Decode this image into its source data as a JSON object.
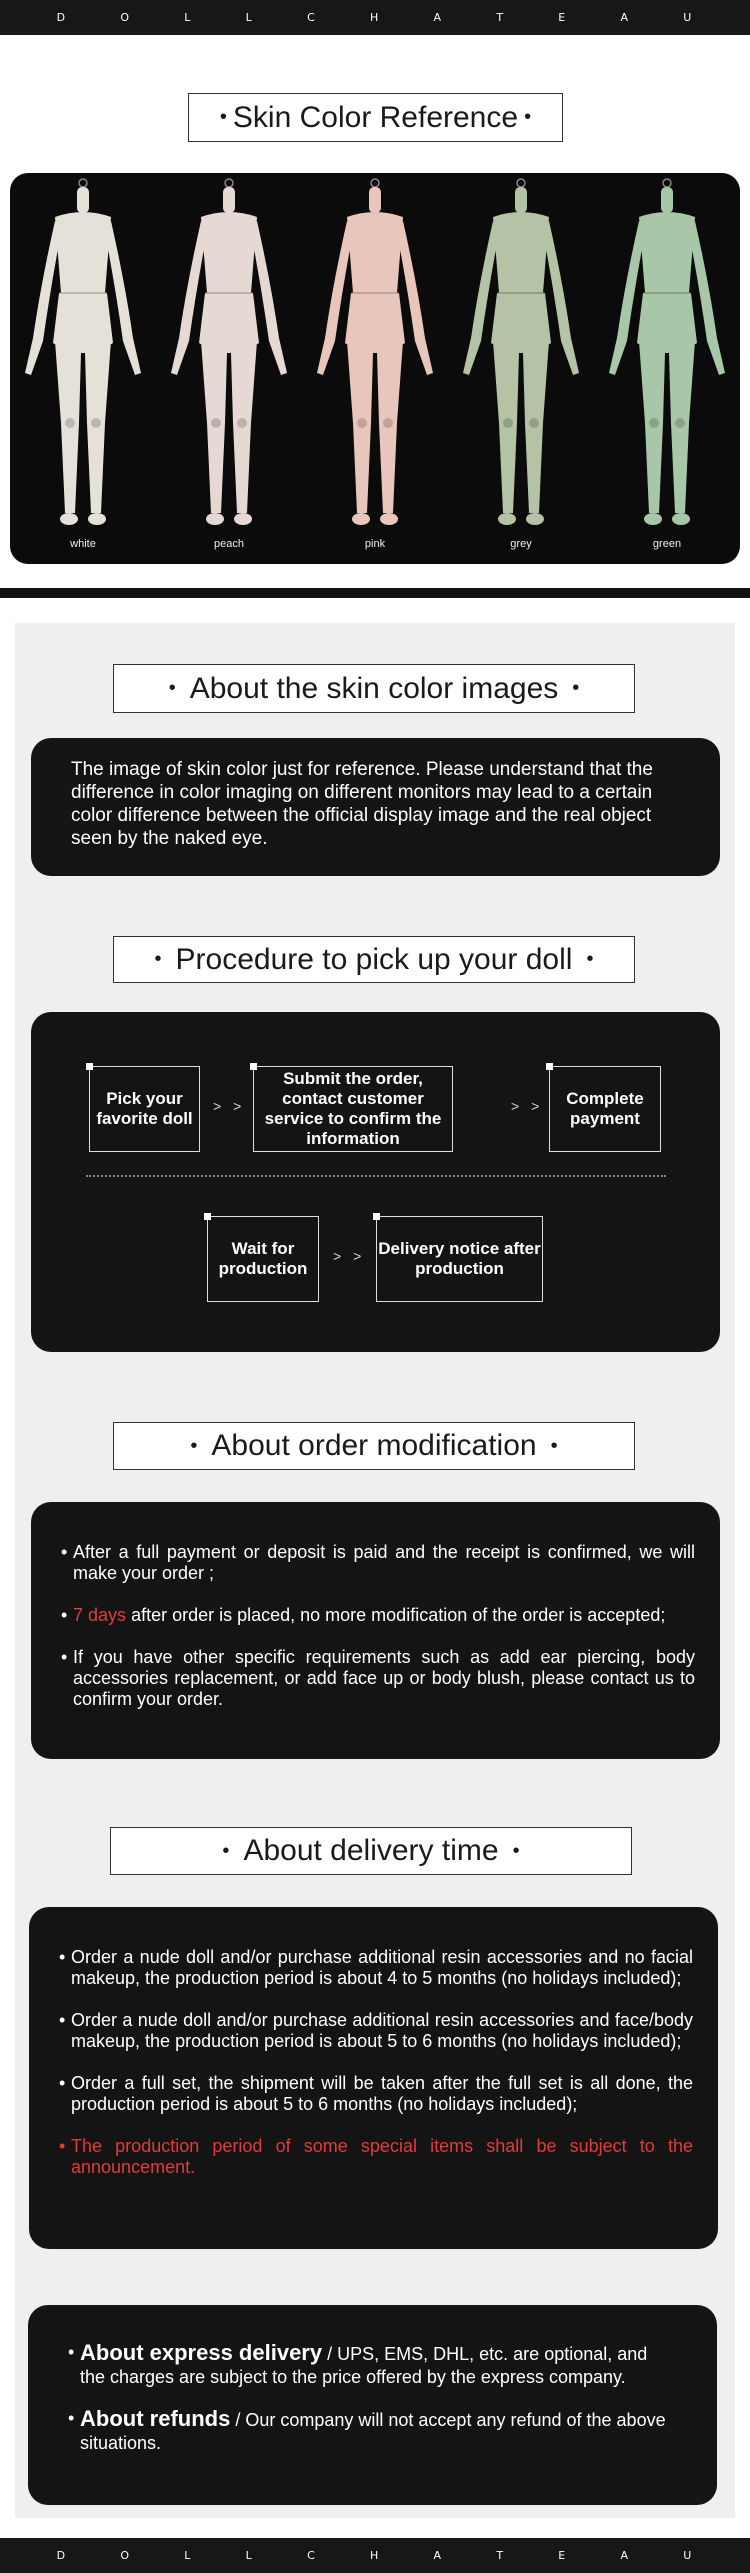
{
  "brand": {
    "letters": [
      "D",
      "O",
      "L",
      "L",
      "C",
      "H",
      "A",
      "T",
      "E",
      "A",
      "U"
    ]
  },
  "skin_section": {
    "title": "Skin Color Reference",
    "dolls": [
      {
        "label": "white",
        "color": "#e6e1d8"
      },
      {
        "label": "peach",
        "color": "#e6d9d4"
      },
      {
        "label": "pink",
        "color": "#e9c6bc"
      },
      {
        "label": "grey",
        "color": "#b4c2a6"
      },
      {
        "label": "green",
        "color": "#a8c7a8"
      }
    ]
  },
  "about_skin": {
    "title": "About the skin color images",
    "text": "The image of skin color just for reference. Please understand that the difference in color imaging on different monitors may lead to a certain color difference between the official display image and the real object seen by the naked eye."
  },
  "procedure": {
    "title": "Procedure to pick up your doll",
    "steps": [
      "Pick your favorite doll",
      "Submit the order, contact customer service to confirm the information",
      "Complete payment",
      "Wait for production",
      "Delivery notice after production"
    ],
    "arrow": "> >"
  },
  "modification": {
    "title": "About order modification",
    "item1": "After a full payment or deposit is paid and the receipt is confirmed, we will make your order ;",
    "item2_highlight": "7 days",
    "item2_rest": "after order is placed, no more modification of the order is accepted;",
    "item3": "If you have other specific requirements such as add ear piercing, body accessories replacement, or add face up or body blush, please contact us to confirm your order."
  },
  "delivery": {
    "title": "About delivery time",
    "items": [
      "Order a nude doll and/or purchase additional resin accessories and no facial makeup, the production period is about 4 to 5 months (no holidays included);",
      "Order a nude doll and/or purchase additional resin accessories and face/body makeup, the production period is about 5 to 6 months (no holidays included);",
      "Order a full set, the shipment will be taken after the full set is all done, the production period is about 5 to 6 months (no holidays included);"
    ],
    "notice": "The production period of some special items shall be subject to the announcement."
  },
  "policies": {
    "express_title": "About express delivery",
    "express_text": "/ UPS, EMS, DHL, etc. are optional, and the charges are subject to the price offered by the express company.",
    "refund_title": "About refunds",
    "refund_text": "/ Our company will not accept any refund of the above situations."
  },
  "colors": {
    "accent_red": "#e33a3a",
    "card_bg": "#141414",
    "section_bg": "#efefef"
  }
}
